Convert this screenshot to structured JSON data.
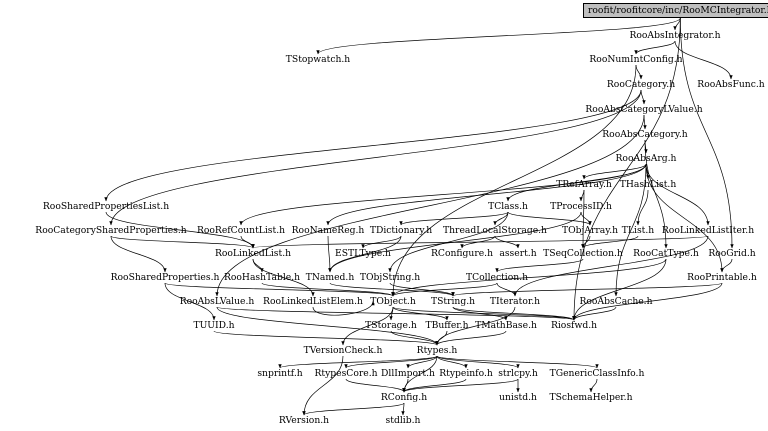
{
  "diagram": {
    "root": "roofit/roofitcore/inc/RooMCIntegrator.h",
    "headers": {
      "RooAbsIntegrator": "RooAbsIntegrator.h",
      "TStopwatch": "TStopwatch.h",
      "RooNumIntConfig": "RooNumIntConfig.h",
      "RooAbsFunc": "RooAbsFunc.h",
      "RooCategory": "RooCategory.h",
      "RooAbsCategoryLValue": "RooAbsCategoryLValue.h",
      "RooAbsCategory": "RooAbsCategory.h",
      "RooAbsArg": "RooAbsArg.h",
      "TRefArray": "TRefArray.h",
      "THashList": "THashList.h",
      "RooSharedPropertiesList": "RooSharedPropertiesList.h",
      "TClass": "TClass.h",
      "TProcessID": "TProcessID.h",
      "RooCategorySharedProperties": "RooCategorySharedProperties.h",
      "RooRefCountList": "RooRefCountList.h",
      "RooNameReg": "RooNameReg.h",
      "TDictionary": "TDictionary.h",
      "ThreadLocalStorage": "ThreadLocalStorage.h",
      "TObjArray": "TObjArray.h",
      "TList": "TList.h",
      "RooLinkedListIter": "RooLinkedListIter.h",
      "RooLinkedList": "RooLinkedList.h",
      "ESTLType": "ESTLType.h",
      "RConfigure": "RConfigure.h",
      "assert": "assert.h",
      "TSeqCollection": "TSeqCollection.h",
      "RooCatType": "RooCatType.h",
      "RooGrid": "RooGrid.h",
      "RooSharedProperties": "RooSharedProperties.h",
      "RooHashTable": "RooHashTable.h",
      "TNamed": "TNamed.h",
      "TObjString": "TObjString.h",
      "TCollection": "TCollection.h",
      "RooPrintable": "RooPrintable.h",
      "RooAbsLValue": "RooAbsLValue.h",
      "RooLinkedListElem": "RooLinkedListElem.h",
      "TObject": "TObject.h",
      "TString": "TString.h",
      "TIterator": "TIterator.h",
      "RooAbsCache": "RooAbsCache.h",
      "TUUID": "TUUID.h",
      "TStorage": "TStorage.h",
      "TBuffer": "TBuffer.h",
      "TMathBase": "TMathBase.h",
      "Riosfwd": "Riosfwd.h",
      "TVersionCheck": "TVersionCheck.h",
      "Rtypes": "Rtypes.h",
      "snprintf": "snprintf.h",
      "RtypesCore": "RtypesCore.h",
      "DllImport": "DllImport.h",
      "Rtypeinfo": "Rtypeinfo.h",
      "strlcpy": "strlcpy.h",
      "TGenericClassInfo": "TGenericClassInfo.h",
      "RConfig": "RConfig.h",
      "unistd": "unistd.h",
      "TSchemaHelper": "TSchemaHelper.h",
      "RVersion": "RVersion.h",
      "stdlib": "stdlib.h"
    },
    "edges": [
      [
        "root",
        "RooAbsIntegrator"
      ],
      [
        "root",
        "TStopwatch"
      ],
      [
        "root",
        "RooGrid"
      ],
      [
        "root",
        "Riosfwd"
      ],
      [
        "RooAbsIntegrator",
        "RooNumIntConfig"
      ],
      [
        "RooAbsIntegrator",
        "RooAbsFunc"
      ],
      [
        "RooNumIntConfig",
        "RooCategory"
      ],
      [
        "RooNumIntConfig",
        "TObject"
      ],
      [
        "RooCategory",
        "RooAbsCategoryLValue"
      ],
      [
        "RooCategory",
        "RooSharedPropertiesList"
      ],
      [
        "RooCategory",
        "RooCategorySharedProperties"
      ],
      [
        "RooAbsCategoryLValue",
        "RooAbsCategory"
      ],
      [
        "RooAbsCategoryLValue",
        "RooAbsLValue"
      ],
      [
        "RooAbsCategory",
        "RooAbsArg"
      ],
      [
        "RooAbsCategory",
        "RooCatType"
      ],
      [
        "RooAbsArg",
        "TRefArray"
      ],
      [
        "RooAbsArg",
        "THashList"
      ],
      [
        "RooAbsArg",
        "TClass"
      ],
      [
        "RooAbsArg",
        "RooRefCountList"
      ],
      [
        "RooAbsArg",
        "RooNameReg"
      ],
      [
        "RooAbsArg",
        "RooAbsCache"
      ],
      [
        "RooAbsArg",
        "RooLinkedListIter"
      ],
      [
        "RooAbsArg",
        "RooPrintable"
      ],
      [
        "TRefArray",
        "TProcessID"
      ],
      [
        "TRefArray",
        "TSeqCollection"
      ],
      [
        "THashList",
        "TList"
      ],
      [
        "TProcessID",
        "TObjArray"
      ],
      [
        "TProcessID",
        "TNamed"
      ],
      [
        "TClass",
        "TDictionary"
      ],
      [
        "TClass",
        "ThreadLocalStorage"
      ],
      [
        "TClass",
        "TObjString"
      ],
      [
        "TClass",
        "TObjArray"
      ],
      [
        "TDictionary",
        "ESTLType"
      ],
      [
        "TDictionary",
        "TNamed"
      ],
      [
        "ThreadLocalStorage",
        "RConfigure"
      ],
      [
        "ThreadLocalStorage",
        "assert"
      ],
      [
        "TObjArray",
        "TSeqCollection"
      ],
      [
        "TList",
        "TSeqCollection"
      ],
      [
        "TSeqCollection",
        "TCollection"
      ],
      [
        "RooLinkedListIter",
        "TIterator"
      ],
      [
        "RooLinkedListIter",
        "RooLinkedList"
      ],
      [
        "RooRefCountList",
        "RooLinkedList"
      ],
      [
        "RooNameReg",
        "TNamed"
      ],
      [
        "RooLinkedList",
        "RooHashTable"
      ],
      [
        "RooLinkedList",
        "RooLinkedListElem"
      ],
      [
        "RooCategorySharedProperties",
        "RooSharedProperties"
      ],
      [
        "RooCategorySharedProperties",
        "RooLinkedList"
      ],
      [
        "RooSharedPropertiesList",
        "RooLinkedList"
      ],
      [
        "RooSharedProperties",
        "TUUID"
      ],
      [
        "RooSharedProperties",
        "TObject"
      ],
      [
        "RooCatType",
        "TObject"
      ],
      [
        "RooCatType",
        "Riosfwd"
      ],
      [
        "RooGrid",
        "RooPrintable"
      ],
      [
        "RooHashTable",
        "TObject"
      ],
      [
        "TNamed",
        "TString"
      ],
      [
        "TObjString",
        "TString"
      ],
      [
        "TCollection",
        "TObject"
      ],
      [
        "TCollection",
        "TIterator"
      ],
      [
        "RooPrintable",
        "TString"
      ],
      [
        "RooPrintable",
        "Riosfwd"
      ],
      [
        "RooAbsLValue",
        "Rtypes"
      ],
      [
        "RooAbsLValue",
        "Riosfwd"
      ],
      [
        "RooLinkedListElem",
        "TObject"
      ],
      [
        "TObject",
        "TStorage"
      ],
      [
        "TObject",
        "TBuffer"
      ],
      [
        "TObject",
        "TVersionCheck"
      ],
      [
        "TObject",
        "Riosfwd"
      ],
      [
        "TString",
        "TMathBase"
      ],
      [
        "TString",
        "Riosfwd"
      ],
      [
        "TIterator",
        "Rtypes"
      ],
      [
        "RooAbsCache",
        "Riosfwd"
      ],
      [
        "TUUID",
        "Rtypes"
      ],
      [
        "TStorage",
        "Rtypes"
      ],
      [
        "TBuffer",
        "Rtypes"
      ],
      [
        "TMathBase",
        "Rtypes"
      ],
      [
        "TVersionCheck",
        "RVersion"
      ],
      [
        "Rtypes",
        "snprintf"
      ],
      [
        "Rtypes",
        "RtypesCore"
      ],
      [
        "Rtypes",
        "DllImport"
      ],
      [
        "Rtypes",
        "Rtypeinfo"
      ],
      [
        "Rtypes",
        "strlcpy"
      ],
      [
        "Rtypes",
        "TGenericClassInfo"
      ],
      [
        "Rtypes",
        "RConfig"
      ],
      [
        "RtypesCore",
        "RConfig"
      ],
      [
        "DllImport",
        "RConfig"
      ],
      [
        "Rtypeinfo",
        "RConfig"
      ],
      [
        "strlcpy",
        "RConfig"
      ],
      [
        "strlcpy",
        "unistd"
      ],
      [
        "TGenericClassInfo",
        "TSchemaHelper"
      ],
      [
        "RConfig",
        "RVersion"
      ],
      [
        "RConfig",
        "stdlib"
      ]
    ]
  }
}
